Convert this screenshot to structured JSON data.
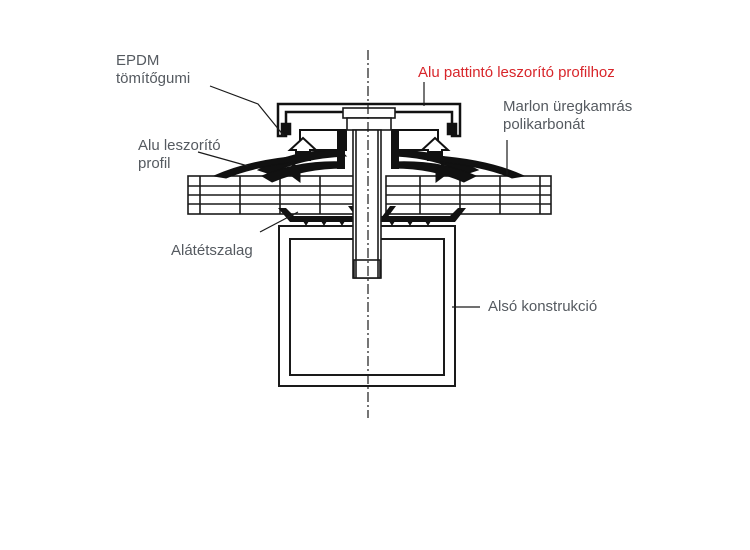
{
  "labels": {
    "epdm_line1": "EPDM",
    "epdm_line2": "tömítőgumi",
    "alu_pattinto": "Alu pattintó leszorító profilhoz",
    "marlon_line1": "Marlon üregkamrás",
    "marlon_line2": "polikarbonát",
    "alu_leszorito_line1": "Alu leszorító",
    "alu_leszorito_line2": "profil",
    "alatetszalag": "Alátétszalag",
    "also_konstrukcio": "Alsó konstrukció"
  },
  "colors": {
    "line": "#1a1a1a",
    "label_gray": "#555a60",
    "label_red": "#d8262b",
    "profile_fill": "#111111",
    "tube_fill": "#ffffff"
  }
}
